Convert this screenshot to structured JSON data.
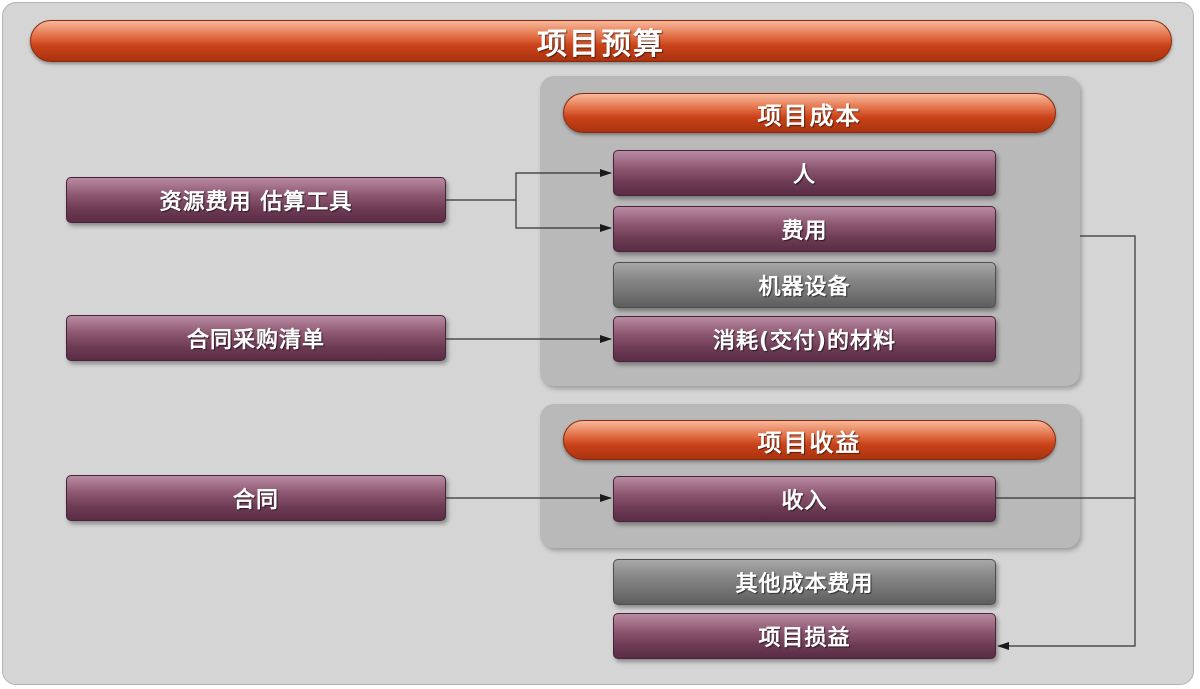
{
  "title": "项目预算",
  "cost_section": {
    "header": "项目成本",
    "items": [
      "人",
      "费用",
      "机器设备",
      "消耗(交付)的材料"
    ]
  },
  "revenue_section": {
    "header": "项目收益",
    "items": [
      "收入"
    ]
  },
  "inputs": [
    "资源费用 估算工具",
    "合同采购清单",
    "合同"
  ],
  "other_cost": "其他成本费用",
  "profit_loss": "项目损益",
  "colors": {
    "title_bar": "#c94218",
    "purple_box": "#6e3b55",
    "gray_box": "#757575",
    "panel": "#b9b9b9",
    "background": "#d5d5d5"
  }
}
